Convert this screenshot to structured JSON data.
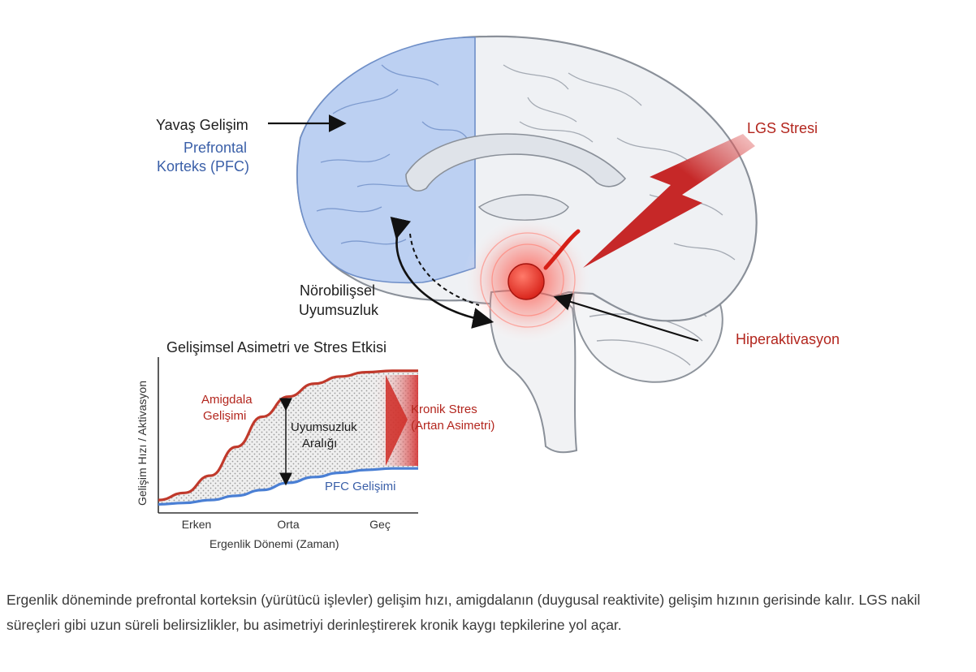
{
  "diagram": {
    "slow_development_label": "Yavaş Gelişim",
    "pfc_label_line1": "Prefrontal",
    "pfc_label_line2": "Korteks (PFC)",
    "stress_label": "LGS Stresi",
    "hyperactivation_label": "Hiperaktivasyon",
    "mismatch_label_line1": "Nörobilişsel",
    "mismatch_label_line2": "Uyumsuzluk",
    "colors": {
      "pfc": "#b9cdf0",
      "amygdala": "#e0261c",
      "stress": "#c62828",
      "brain": "#eef0f3"
    }
  },
  "chart": {
    "title": "Gelişimsel Asimetri ve Stres Etkisi",
    "ylabel": "Gelişim Hızı / Aktivasyon",
    "xlabel": "Ergenlik Dönemi (Zaman)",
    "amygdala_label_line1": "Amigdala",
    "amygdala_label_line2": "Gelişimi",
    "gap_label_line1": "Uyumsuzluk",
    "gap_label_line2": "Aralığı",
    "chronic_label_line1": "Kronik Stres",
    "chronic_label_line2": "(Artan Asimetri)",
    "pfc_series_label": "PFC Gelişimi"
  },
  "chart_data": {
    "type": "line",
    "title": "Gelişimsel Asimetri ve Stres Etkisi",
    "xlabel": "Ergenlik Dönemi (Zaman)",
    "ylabel": "Gelişim Hızı / Aktivasyon",
    "categories": [
      "Erken",
      "Orta",
      "Geç"
    ],
    "x": [
      0,
      0.1,
      0.2,
      0.3,
      0.4,
      0.5,
      0.6,
      0.7,
      0.8,
      0.9,
      1.0
    ],
    "series": [
      {
        "name": "Amigdala Gelişimi",
        "color": "#c0392b",
        "values": [
          0.05,
          0.1,
          0.22,
          0.42,
          0.63,
          0.77,
          0.86,
          0.91,
          0.94,
          0.95,
          0.95
        ]
      },
      {
        "name": "PFC Gelişimi",
        "color": "#4a7fd4",
        "values": [
          0.02,
          0.03,
          0.05,
          0.08,
          0.12,
          0.17,
          0.21,
          0.24,
          0.26,
          0.27,
          0.27
        ]
      }
    ],
    "grid": false,
    "legend": "none"
  },
  "caption": "Ergenlik döneminde prefrontal korteksin (yürütücü işlevler) gelişim hızı, amigdalanın (duygusal reaktivite) gelişim hızının gerisinde kalır. LGS nakil süreçleri gibi uzun süreli belirsizlikler, bu asimetriyi derinleştirerek kronik kaygı tepkilerine yol açar."
}
